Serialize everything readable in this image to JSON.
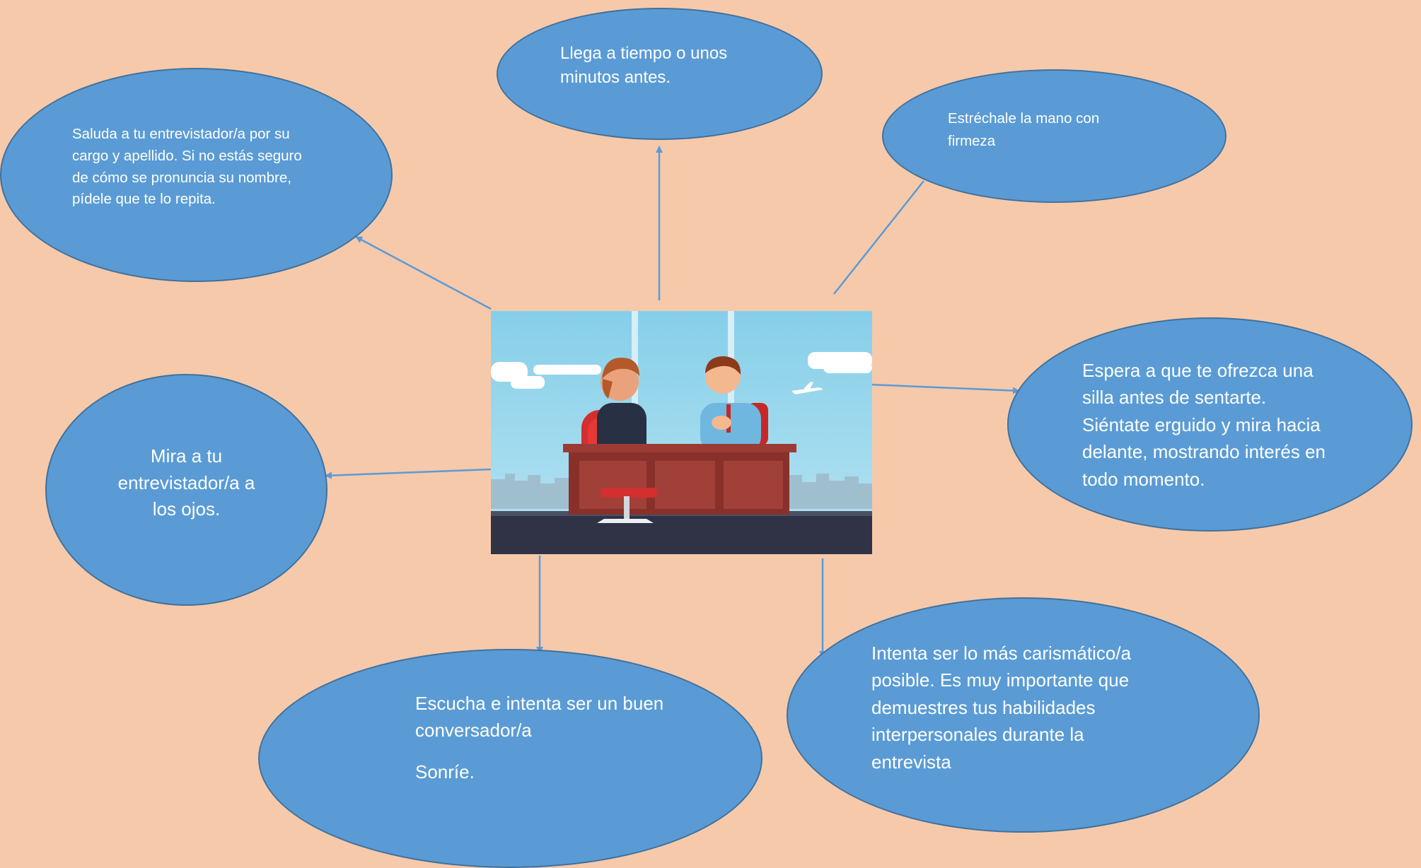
{
  "palette": {
    "background": "#f6c9ab",
    "bubble_fill": "#5a9bd5",
    "bubble_border": "#41719c",
    "connector": "#5b9bd5",
    "text": "#ffffff"
  },
  "center_image": {
    "icon": "job-interview-illustration"
  },
  "bubbles": {
    "top": {
      "lines": [
        "Llega a tiempo o unos",
        "minutos antes."
      ]
    },
    "top_left": {
      "lines": [
        "Saluda a tu entrevistador/a por su",
        "cargo y apellido. Si no estás seguro",
        "de cómo se pronuncia su nombre,",
        "pídele que te lo repita."
      ]
    },
    "top_right": {
      "lines": [
        "Estréchale la mano con",
        "firmeza"
      ]
    },
    "left": {
      "lines": [
        "Mira a tu",
        "entrevistador/a a",
        "los ojos."
      ]
    },
    "right": {
      "lines": [
        "Espera a que te ofrezca una",
        "silla antes de sentarte.",
        "Siéntate erguido y mira hacia",
        "delante, mostrando interés en",
        "todo momento."
      ]
    },
    "bottom_left": {
      "lines": [
        "Escucha e intenta ser un buen",
        "conversador/a"
      ],
      "extra": "Sonríe."
    },
    "bottom_right": {
      "lines": [
        "Intenta ser lo más carismático/a",
        "posible. Es muy importante que",
        "demuestres tus habilidades",
        "interpersonales durante la",
        "entrevista"
      ]
    }
  }
}
